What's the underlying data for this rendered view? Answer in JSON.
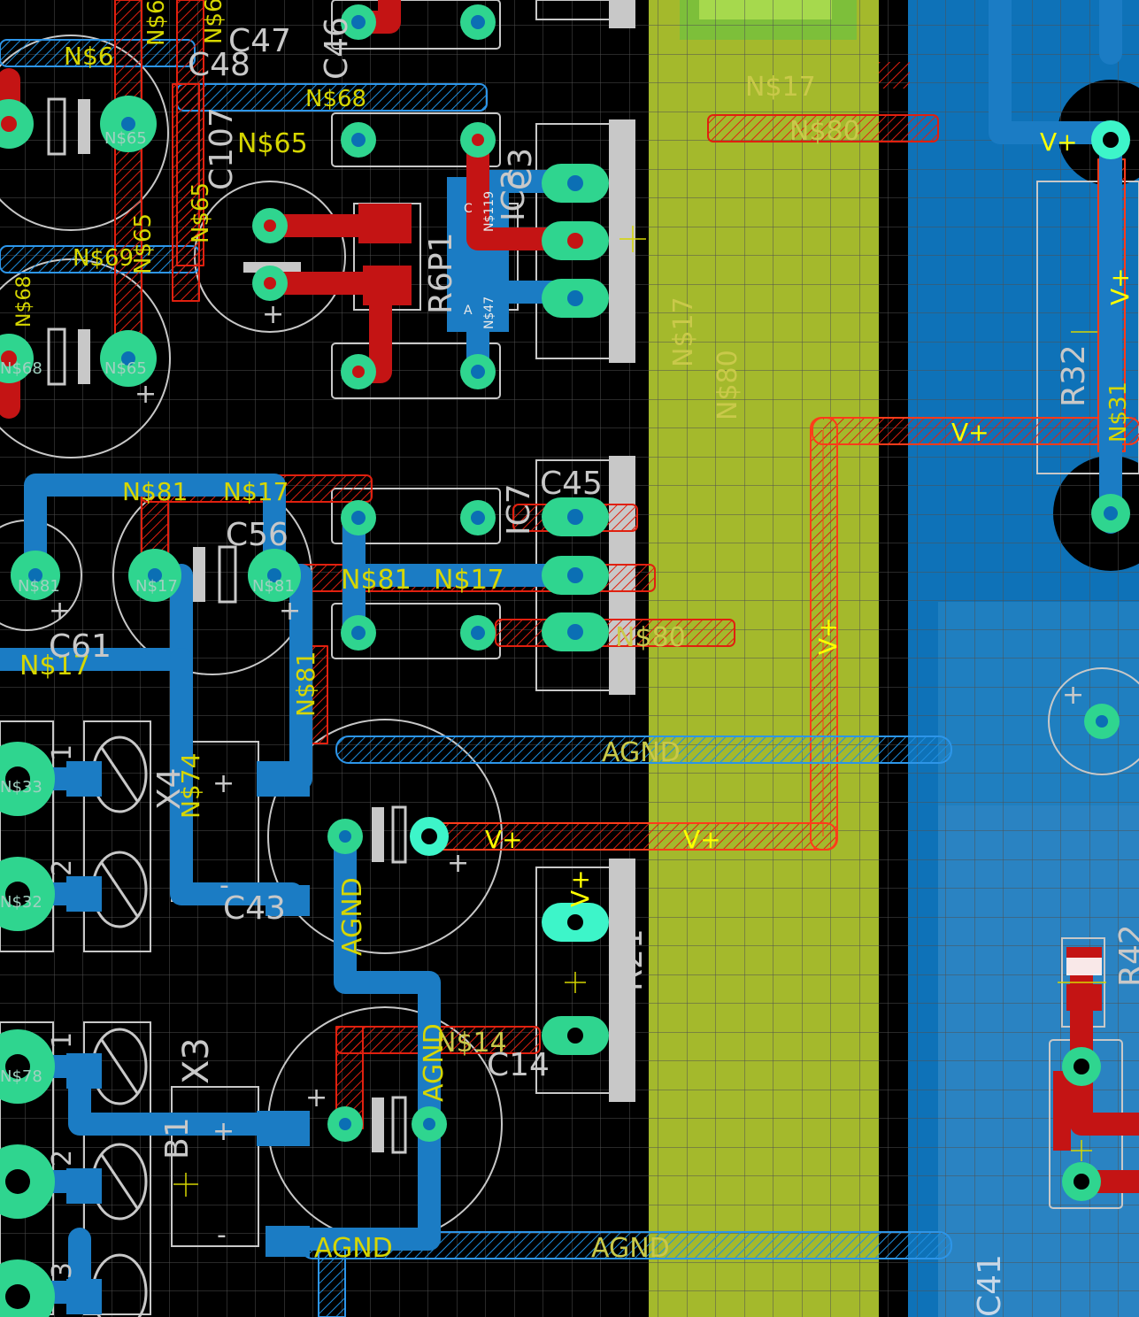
{
  "colors": {
    "background": "#000000",
    "grid": "#4a4a4a",
    "bottom_copper": "#1e90ff",
    "top_copper": "#cc1111",
    "pad": "#2fd58f",
    "drill": "#0b6fb4",
    "silk": "#c8c8c8",
    "names": "#d6d600",
    "pour_yellow": "#a4b92c",
    "pour_blue": "#0e72b8"
  },
  "net_labels": {
    "n_top_1": "N$65",
    "n_top_2": "N$65",
    "n_top_3": "N$6",
    "n_top_4": "N$68",
    "n_top_5": "N$65",
    "n_top_6": "N$65",
    "n_top_7": "N$65",
    "n_top_8": "N$69",
    "n_top_9": "N$65",
    "n_top_10": "N$68",
    "n_top_11": "N$68",
    "n_top_12": "N$65",
    "n_top_13": "N$119",
    "n_top_14": "N$47",
    "n_top_15": "N$17",
    "n_top_16": "N$80",
    "n_top_17": "N$17",
    "n_top_18": "N$80",
    "n_mid_1": "N$81",
    "n_mid_2": "N$17",
    "n_mid_3": "N$81",
    "n_mid_4": "N$17",
    "n_mid_5": "N$81",
    "n_mid_6": "N$81",
    "n_mid_7": "N$17",
    "n_mid_8": "N$80",
    "n_mid_9": "N$17",
    "n_mid_10": "N$81",
    "n_x_1": "N$74",
    "n_x_2": "N$33",
    "n_x_3": "N$32",
    "n_x_4": "N$78",
    "n_bot_1": "N$14",
    "vplus_1": "V+",
    "vplus_2": "V+",
    "vplus_3": "V+",
    "vplus_4": "V+",
    "vplus_5": "V+",
    "vplus_6": "V+",
    "vplus_7": "V+",
    "vplus_8": "N$31",
    "agnd_1": "AGND",
    "agnd_2": "AGND",
    "agnd_3": "AGND",
    "agnd_4": "AGND",
    "agnd_5": "AGND"
  },
  "part_labels": {
    "c47": "C47",
    "c48": "C48",
    "c107": "C107",
    "c46": "C46",
    "c3": "C3",
    "ic3": "IC3",
    "r6": "R6P1",
    "c45": "C45",
    "ic7": "IC7",
    "c56": "C56",
    "c61": "C61",
    "c43": "C43",
    "c14": "C14",
    "r21": "R21",
    "r32": "R32",
    "r42": "R42",
    "c41": "C41",
    "x3": "X3",
    "x4": "X4",
    "b1": "B1"
  },
  "pin_numbers": {
    "x4_p1": "1",
    "x4_p2": "2",
    "x3_p1": "1",
    "x3_p2": "2",
    "x3_p3": "3"
  },
  "polarity": {
    "plus": "+",
    "minus": "-"
  },
  "pad_texts": {
    "p_c": "C",
    "p_a": "A"
  }
}
